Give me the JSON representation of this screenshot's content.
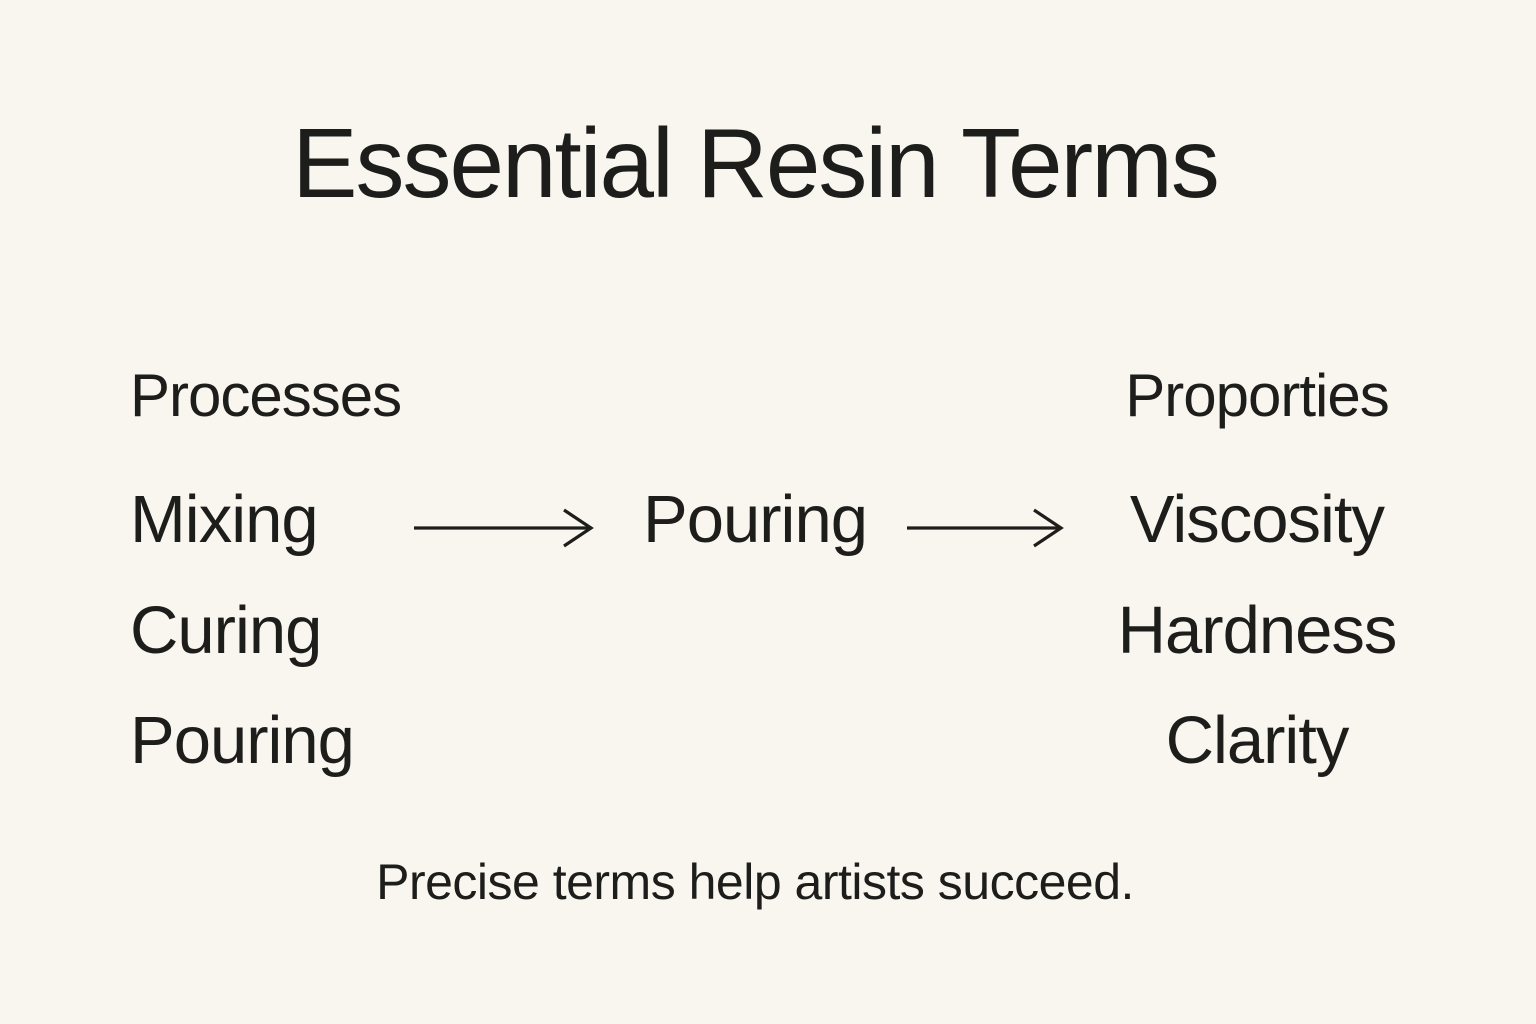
{
  "title": "Essential Resin Terms",
  "left_column": {
    "header": "Processes",
    "items": [
      "Mixing",
      "Curing",
      "Pouring"
    ]
  },
  "right_column": {
    "header": "Proporties",
    "items": [
      "Viscosity",
      "Hardness",
      "Clarity"
    ]
  },
  "center_node": "Pouring",
  "caption": "Precise terms help artists succeed.",
  "colors": {
    "background": "#f8f6ef",
    "text": "#1d1d1b",
    "arrow": "#1d1d1b"
  }
}
